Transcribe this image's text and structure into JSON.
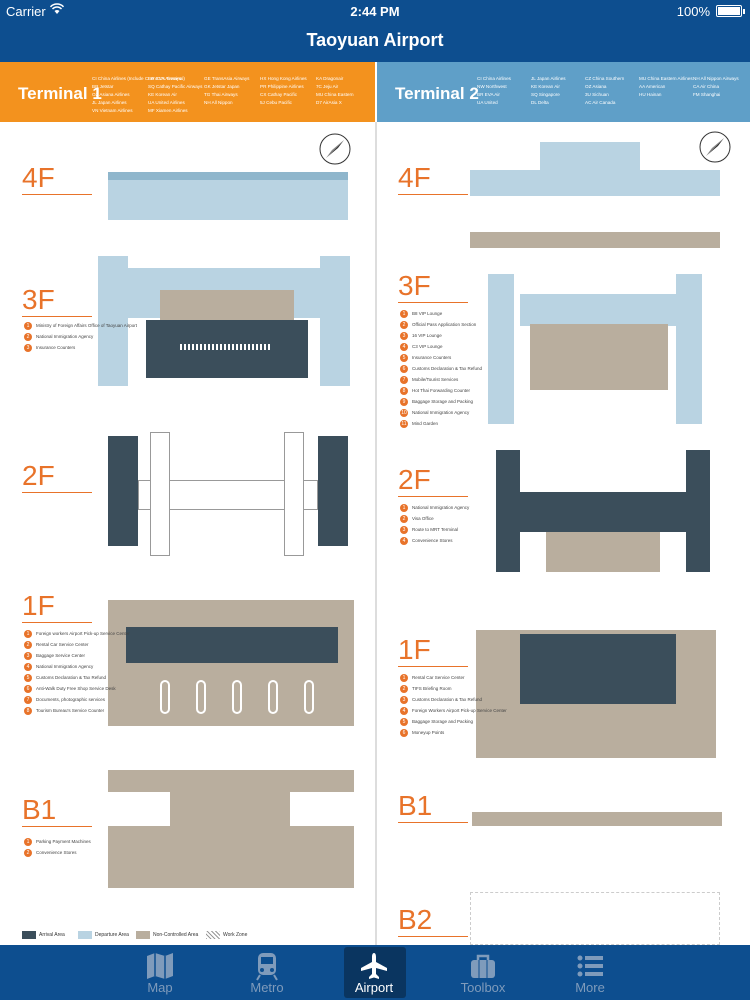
{
  "status_bar": {
    "carrier": "Carrier",
    "time": "2:44 PM",
    "battery": "100%",
    "battery_level": 1.0
  },
  "nav": {
    "title": "Taoyuan Airport"
  },
  "terminal1": {
    "title": "Terminal 1",
    "airlines": [
      "CI China Airlines (Include CI on CI's Terminal)",
      "BR EVA Airways",
      "GE TransAsia Airways",
      "HX Hong Kong Airlines",
      "KA Dragonair",
      "BR Jetstar",
      "SQ Cathay Pacific Airways",
      "GK Jetstar Japan",
      "PR Philippine Airlines",
      "7C Jeju Air",
      "OZ Asiana Airlines",
      "KE Korean Air",
      "TG Thai Airways",
      "CX Cathay Pacific",
      "MU China Eastern",
      "JL Japan Airlines",
      "UA United Airlines",
      "NH All Nippon",
      "5J Cebu Pacific",
      "D7 AirAsia X",
      "VN Vietnam Airlines",
      "MF Xiamen Airlines"
    ]
  },
  "terminal2": {
    "title": "Terminal 2",
    "airlines": [
      "CI China Airlines",
      "JL Japan Airlines",
      "CZ China Southern",
      "MU China Eastern Airlines",
      "NH All Nippon Airways",
      "NW Northwest",
      "KE Korean Air",
      "OZ Asiana",
      "AA American",
      "CA Air China",
      "BR EVA Air",
      "SQ Singapore",
      "3U Sichuan",
      "HU Hainan",
      "FM Shanghai",
      "UA United",
      "DL Delta",
      "AC Air Canada"
    ]
  },
  "floors_t1": [
    "4F",
    "3F",
    "2F",
    "1F",
    "B1"
  ],
  "floors_t2": [
    "4F",
    "3F",
    "2F",
    "1F",
    "B1",
    "B2"
  ],
  "t1_3f_legend": [
    "Ministry of Foreign Affairs Office of Taoyuan Airport",
    "National Immigration Agency",
    "Insurance Counters"
  ],
  "t1_1f_legend": [
    "Foreign workers Airport Pick-up Service Center",
    "Rental Car Service Center",
    "Baggage Service Center",
    "National Immigration Agency",
    "Customs Declaration & Tax Refund",
    "Anti-Walk Duty Free Shop Service Desk",
    "Documents, photographic services",
    "Tourism Bureau's Service Counter"
  ],
  "t1_b1_legend": [
    "Parking Payment Machines",
    "Convenience Stores"
  ],
  "t2_3f_legend": [
    "B8 VIP Lounge",
    "Official Pass Application Section",
    "16 VIP Lounge",
    "C3 VIP Lounge",
    "Insurance Counters",
    "Customs Declaration & Tax Refund",
    "Mobile/Tourist Services",
    "Hot Thai Forwarding Counter",
    "Baggage Storage and Packing",
    "National Immigration Agency",
    "Mind Garden"
  ],
  "t2_2f_legend": [
    "National Immigration Agency",
    "Visa Office",
    "Route to MRT Terminal",
    "Convenience Stores"
  ],
  "t2_1f_legend": [
    "Rental Car Service Center",
    "TIFS Briefing Room",
    "Customs Declaration & Tax Refund",
    "Foreign Workers Airport Pick-up Service Center",
    "Baggage Storage and Packing",
    "Moneyup Points"
  ],
  "map_key": [
    "Arrival Area",
    "Departure Area",
    "Non-Controlled Area",
    "Work Zone"
  ],
  "colors": {
    "nav": "#0d4e8f",
    "t1": "#f3921e",
    "t2": "#5f9fc8",
    "arrival": "#3b4e5b",
    "departure": "#b9d3e2",
    "noncontrolled": "#b9ae9e",
    "floor_label": "#e8732a"
  },
  "tabs": [
    {
      "label": "Map",
      "icon": "map-icon"
    },
    {
      "label": "Metro",
      "icon": "train-icon"
    },
    {
      "label": "Airport",
      "icon": "airplane-icon",
      "active": true
    },
    {
      "label": "Toolbox",
      "icon": "toolbox-icon"
    },
    {
      "label": "More",
      "icon": "list-icon"
    }
  ]
}
